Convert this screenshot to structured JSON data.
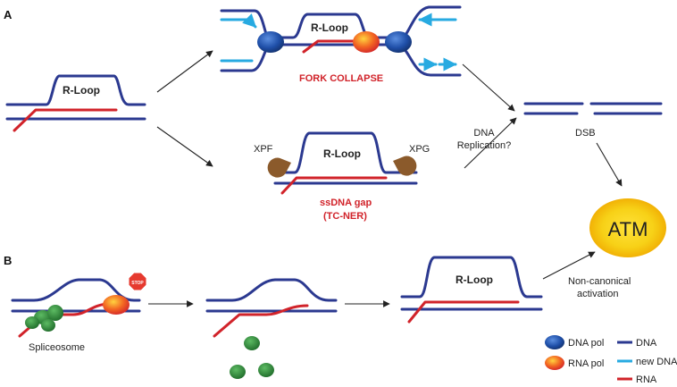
{
  "panels": {
    "a": "A",
    "b": "B"
  },
  "labels": {
    "rloop": "R-Loop",
    "fork_collapse": "FORK COLLAPSE",
    "xpf": "XPF",
    "xpg": "XPG",
    "ssdna_gap_line1": "ssDNA gap",
    "ssdna_gap_line2": "(TC-NER)",
    "dna_replication_line1": "DNA",
    "dna_replication_line2": "Replication?",
    "dsb": "DSB",
    "atm": "ATM",
    "spliceosome": "Spliceosome",
    "stop": "STOP",
    "noncanonical_line1": "Non-canonical",
    "noncanonical_line2": "activation"
  },
  "legend": {
    "dna_pol": "DNA pol",
    "rna_pol": "RNA pol",
    "dna": "DNA",
    "new_dna": "new DNA",
    "rna": "RNA"
  },
  "colors": {
    "dna": "#2b3990",
    "new_dna": "#27aae1",
    "rna": "#d1232a",
    "dna_pol": "#1f4fa8",
    "rna_pol": "#f26522",
    "atm": "#f7d117",
    "spliceosome": "#2e8b3a",
    "xp_nuclease": "#8b5a2b",
    "stop_sign": "#e63a2f"
  }
}
